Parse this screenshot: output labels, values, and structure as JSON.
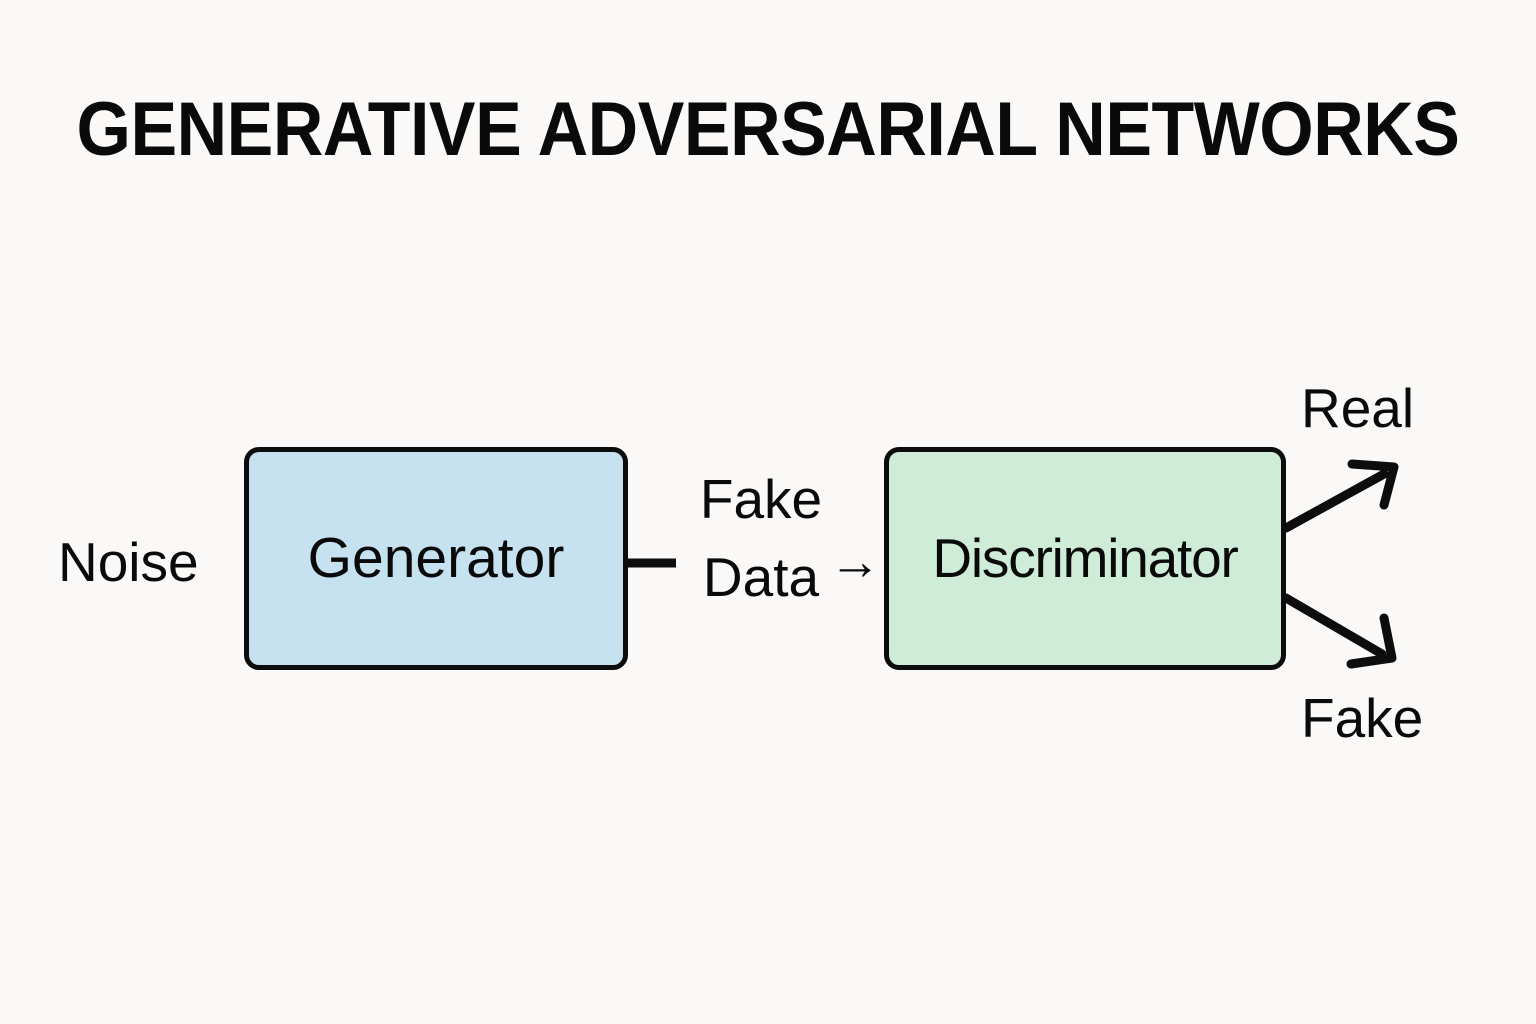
{
  "diagram": {
    "title": "GENERATIVE ADVERSARIAL NETWORKS",
    "background_color": "#faf9f7",
    "nodes": [
      {
        "id": "generator",
        "label": "Generator",
        "fill_color": "#c6e2f0",
        "border_color": "#0d0d0d"
      },
      {
        "id": "discriminator",
        "label": "Discriminator",
        "fill_color": "#cfecd9",
        "border_color": "#0d0d0d"
      }
    ],
    "labels": {
      "input_noise": "Noise",
      "edge_fake_line1": "Fake",
      "edge_fake_line2": "Data",
      "edge_arrow_glyph": "→",
      "output_real": "Real",
      "output_fake": "Fake"
    }
  }
}
